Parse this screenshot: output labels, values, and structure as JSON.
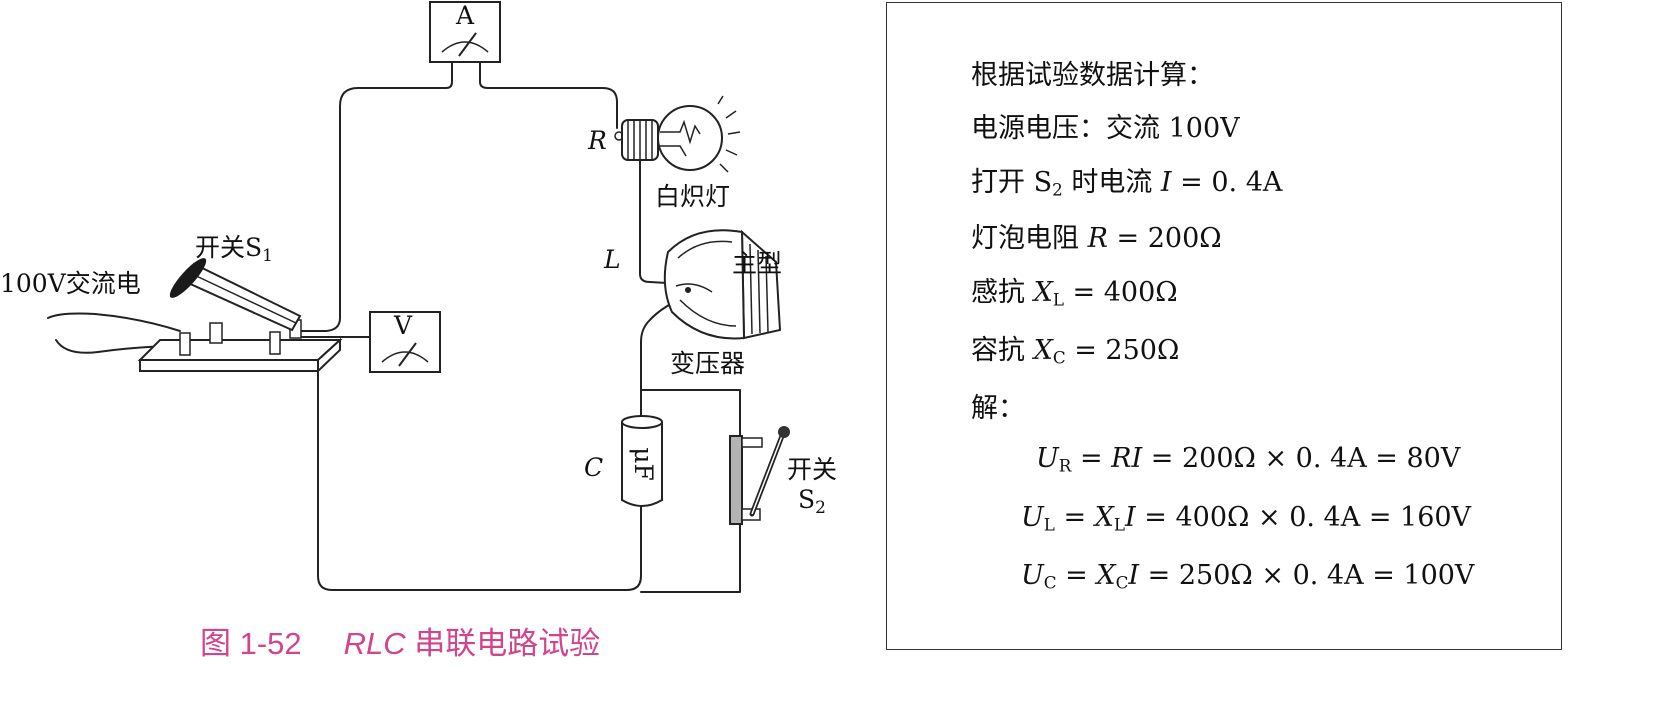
{
  "diagram": {
    "ammeter": "A",
    "voltmeter": "V",
    "resistor": "R",
    "lamp": "白炽灯",
    "inductor": "L",
    "transformer_mark": "主型",
    "transformer": "变压器",
    "switch1": {
      "text": "开关S",
      "sub": "1"
    },
    "source": "100V交流电",
    "capacitor": "C",
    "capacitor_unit": "μF",
    "switch2": {
      "text": "开关",
      "s": "S",
      "sub": "2"
    }
  },
  "calc_box": {
    "heading": "根据试验数据计算：",
    "supply": "电源电压：交流 100V",
    "current": {
      "a": "打开 S",
      "sub": "2",
      "b": " 时电流 ",
      "var": "I",
      "c": " = 0. 4A"
    },
    "lamp_resistance": {
      "a": "灯泡电阻 ",
      "var": "R",
      "c": " = 200Ω"
    },
    "inductive_reactance": {
      "a": "感抗 ",
      "var": "X",
      "sub": "L",
      "c": " = 400Ω"
    },
    "capacitive_reactance": {
      "a": "容抗 ",
      "var": "X",
      "sub": "C",
      "c": " = 250Ω"
    },
    "solution_label": "解：",
    "ur": {
      "var": "U",
      "sub": "R",
      "eq": " = ",
      "var2": "RI",
      "rest": " = 200Ω × 0. 4A = 80V"
    },
    "ul": {
      "var": "U",
      "sub": "L",
      "eq": " = ",
      "var2": "X",
      "sub2": "L",
      "var3": "I",
      "rest": " = 400Ω × 0. 4A = 160V"
    },
    "uc": {
      "var": "U",
      "sub": "C",
      "eq": " = ",
      "var2": "X",
      "sub2": "C",
      "var3": "I",
      "rest": " = 250Ω × 0. 4A = 100V"
    }
  },
  "caption": {
    "figure_no": "图 1-52",
    "title_italic": "RLC",
    "title_rest": " 串联电路试验"
  },
  "colors": {
    "caption": "#d2448c",
    "line": "#222222"
  }
}
